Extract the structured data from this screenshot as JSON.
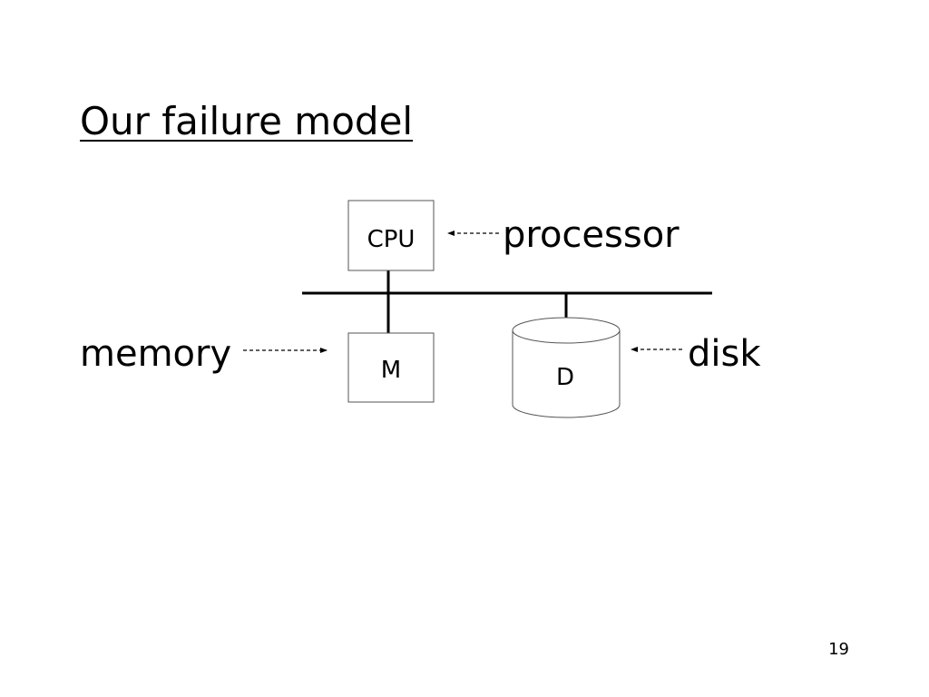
{
  "slide": {
    "title": "Our failure model",
    "page_number": "19"
  },
  "diagram": {
    "components": {
      "cpu": "CPU",
      "memory_box": "M",
      "disk_box": "D"
    },
    "labels": {
      "processor": "processor",
      "memory": "memory",
      "disk": "disk"
    }
  }
}
